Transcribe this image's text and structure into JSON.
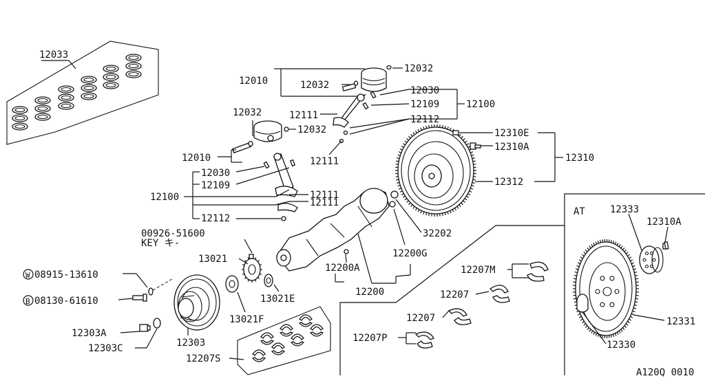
{
  "labels": {
    "l12033": "12033",
    "l12010a": "12010",
    "l12032a": "12032",
    "l12032b": "12032",
    "l12030a": "12030",
    "l12109a": "12109",
    "l12100a": "12100",
    "l12111a": "12111",
    "l12112a": "12112",
    "l12111b": "12111",
    "l12032c": "12032",
    "l12032d": "12032",
    "l12010b": "12010",
    "l12030b": "12030",
    "l12109b": "12109",
    "l12100b": "12100",
    "l12111c": "12111",
    "l12111d": "12111",
    "l12112b": "12112",
    "l12310e": "12310E",
    "l12310a1": "12310A",
    "l12310": "12310",
    "l12312": "12312",
    "l32202": "32202",
    "l00926": "00926-51600",
    "lkey": "KEY キ-",
    "l13021": "13021",
    "l08915": "08915-13610",
    "l08130": "08130-61610",
    "lW": "W",
    "lB": "B",
    "l13021e": "13021E",
    "l13021f": "13021F",
    "l12200a": "12200A",
    "l12200g": "12200G",
    "l12200": "12200",
    "l12303a": "12303A",
    "l12303c": "12303C",
    "l12303": "12303",
    "l12207s": "12207S",
    "l12207m": "12207M",
    "l12207a": "12207",
    "l12207b": "12207",
    "l12207p": "12207P",
    "lAT": "AT",
    "l12333": "12333",
    "l12310a2": "12310A",
    "l12331": "12331",
    "l12330": "12330",
    "lcode": "A120Q 0010"
  }
}
